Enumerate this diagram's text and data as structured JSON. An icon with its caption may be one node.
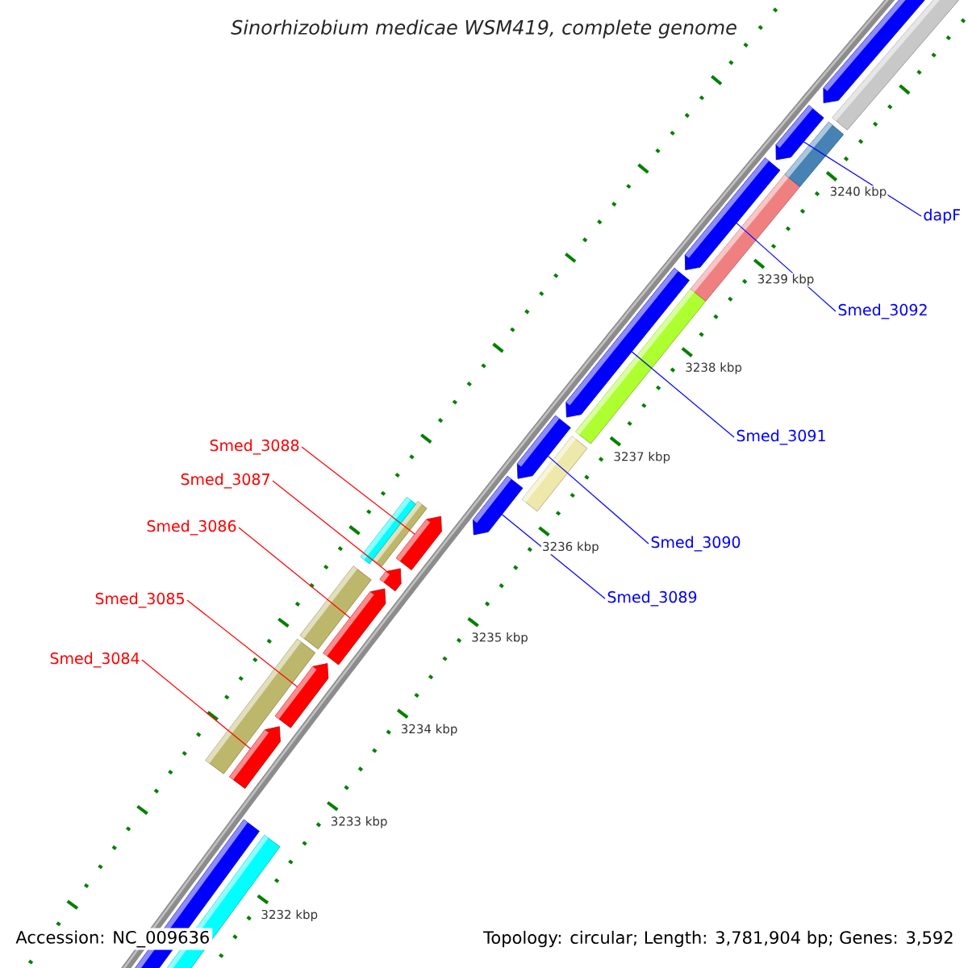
{
  "diagram": {
    "title": "Sinorhizobium medicae WSM419, complete genome",
    "nodes": [
      {
        "text": [
          "dapF"
        ]
      },
      {
        "text": [
          "Smed_3092"
        ]
      },
      {
        "text": [
          "Smed_3091"
        ]
      },
      {
        "text": [
          "Smed_3088"
        ]
      },
      {
        "text": [
          "Smed_3087"
        ]
      },
      {
        "text": [
          "Smed_3086"
        ]
      },
      {
        "text": [
          "Smed_3090"
        ]
      },
      {
        "text": [
          "Smed_3089"
        ]
      },
      {
        "text": [
          "Smed_3085"
        ]
      },
      {
        "text": [
          "Smed_3084"
        ]
      },
      {
        "text": [],
        "shape": "arrow"
      },
      {
        "text": [],
        "shape": "arrow"
      },
      {
        "text": [],
        "shape": "arrow"
      },
      {
        "text": [],
        "shape": "arrow"
      },
      {
        "text": [],
        "shape": "arrow"
      },
      {
        "text": [],
        "shape": "arrow"
      },
      {
        "text": [],
        "shape": "arrow"
      },
      {
        "text": [],
        "shape": "arrow"
      },
      {
        "text": [],
        "shape": "arrow"
      },
      {
        "text": [],
        "shape": "arrow"
      }
    ],
    "edges": [
      {
        "from": 0,
        "to": 10,
        "arrow": "none",
        "color": "#0000ff"
      },
      {
        "from": 1,
        "to": 11,
        "arrow": "none",
        "color": "#0000ff"
      },
      {
        "from": 2,
        "to": 12,
        "arrow": "none",
        "color": "#0000ff"
      },
      {
        "from": 3,
        "to": 15,
        "arrow": "none",
        "color": "#ff0000"
      },
      {
        "from": 4,
        "to": 16,
        "arrow": "none",
        "color": "#ff0000"
      },
      {
        "from": 5,
        "to": 17,
        "arrow": "none",
        "color": "#ff0000"
      },
      {
        "from": 6,
        "to": 13,
        "arrow": "none",
        "color": "#0000ff"
      },
      {
        "from": 7,
        "to": 14,
        "arrow": "none",
        "color": "#0000ff"
      },
      {
        "from": 8,
        "to": 18,
        "arrow": "none",
        "color": "#ff0000"
      },
      {
        "from": 9,
        "to": 19,
        "arrow": "none",
        "color": "#ff0000"
      }
    ],
    "labels": [
      "3240 kbp",
      "3239 kbp",
      "3238 kbp",
      "3237 kbp",
      "3236 kbp",
      "3235 kbp",
      "3234 kbp",
      "3233 kbp",
      "3232 kbp",
      "Accession: NC_009636",
      "Topology: circular; Length: 3,781,904 bp; Genes: 3,592"
    ]
  }
}
